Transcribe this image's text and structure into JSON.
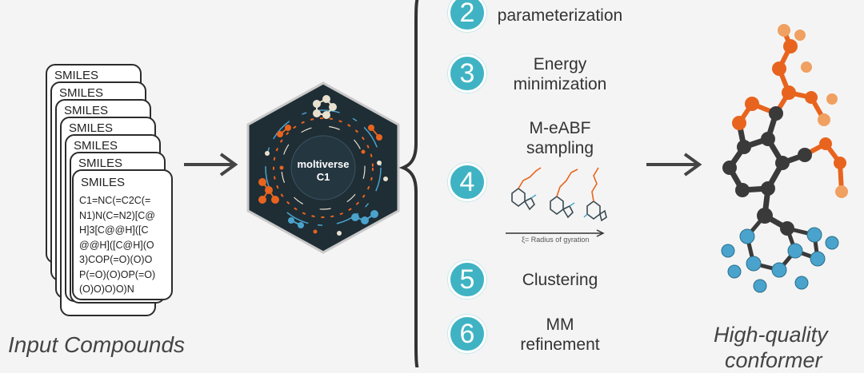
{
  "input": {
    "card_label": "SMILES",
    "card_count": 7,
    "smiles_string": "C1=NC(=C2C(=\nN1)N(C=N2)[C@\nH]3[C@@H]([C\n@@H]([C@H](O\n3)COP(=O)(O)O\nP(=O)(O)OP(=O)\n(O)O)O)O)N",
    "title": "Input Compounds"
  },
  "hexagon": {
    "line1": "moltiverse",
    "line2": "C1"
  },
  "steps": [
    {
      "number": "2",
      "label": "parameterization"
    },
    {
      "number": "3",
      "label": "Energy\nminimization"
    },
    {
      "number": "4",
      "label": "M-eABF\nsampling"
    },
    {
      "number": "5",
      "label": "Clustering"
    },
    {
      "number": "6",
      "label": "MM\nrefinement"
    }
  ],
  "sampling_axis_label": "ξ= Radius of gyration",
  "output": {
    "title_line1": "High-quality",
    "title_line2": "conformer"
  },
  "colors": {
    "teal": "#3fb3c3",
    "orange": "#e8641e",
    "blue": "#4aa3cc",
    "dark": "#3a3a3a",
    "hex_bg": "#1f2d35"
  }
}
